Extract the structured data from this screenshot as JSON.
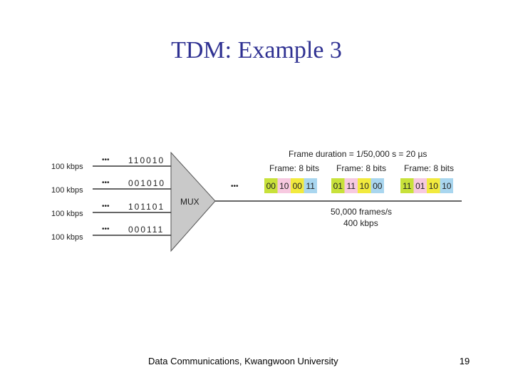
{
  "slide": {
    "title": "TDM: Example 3",
    "footer": "Data Communications, Kwangwoon University",
    "page_number": "19"
  },
  "diagram": {
    "inputs": [
      {
        "rate": "100 kbps",
        "dots": "•••",
        "bits": "110010"
      },
      {
        "rate": "100 kbps",
        "dots": "•••",
        "bits": "001010"
      },
      {
        "rate": "100 kbps",
        "dots": "•••",
        "bits": "101101"
      },
      {
        "rate": "100 kbps",
        "dots": "•••",
        "bits": "000111"
      }
    ],
    "mux_label": "MUX",
    "output_dots": "•••",
    "frame_duration": "Frame duration = 1/50,000 s = 20 µs",
    "frames": [
      {
        "label": "Frame: 8 bits",
        "slots": [
          "00",
          "10",
          "00",
          "11"
        ]
      },
      {
        "label": "Frame: 8 bits",
        "slots": [
          "01",
          "11",
          "10",
          "00"
        ]
      },
      {
        "label": "Frame: 8 bits",
        "slots": [
          "11",
          "01",
          "10",
          "10"
        ]
      }
    ],
    "output_rate_frames": "50,000 frames/s",
    "output_rate_kbps": "400 kbps",
    "slot_colors": [
      "#c8e13a",
      "#f7c9e0",
      "#f2ea3d",
      "#a9d6ef"
    ],
    "mux_fill": "#c9c9c9"
  }
}
